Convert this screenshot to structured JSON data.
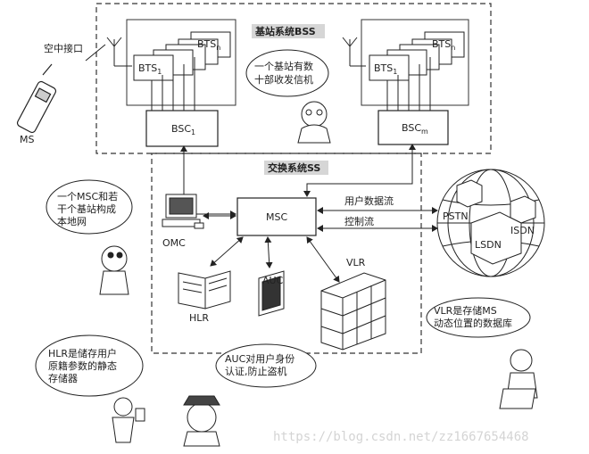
{
  "labels": {
    "air_interface": "空中接口",
    "bss_title": "基站系统BSS",
    "ss_title": "交换系统SS",
    "ms": "MS",
    "bts_n": "BTS",
    "bts_n_sub": "n",
    "bts_1": "BTS",
    "bts_1_sub": "1",
    "bsc_1": "BSC",
    "bsc_1_sub": "1",
    "bsc_m": "BSC",
    "bsc_m_sub": "m",
    "msc": "MSC",
    "omc": "OMC",
    "hlr": "HLR",
    "auc": "AUC",
    "vlr": "VLR",
    "pstn": "PSTN",
    "isdn": "ISDN",
    "lsdn": "LSDN",
    "user_data_flow": "用户数据流",
    "control_flow": "控制流"
  },
  "bubbles": {
    "bts_note": [
      "一个基站有数",
      "十部收发信机"
    ],
    "msc_note": [
      "一个MSC和若",
      "干个基站构成",
      "本地网"
    ],
    "hlr_note": [
      "HLR是储存用户",
      "原籍参数的静态",
      "存储器"
    ],
    "auc_note": [
      "AUC对用户身份",
      "认证,防止盗机"
    ],
    "vlr_note": [
      "VLR是存储MS",
      "动态位置的数据库"
    ]
  },
  "watermark": "https://blog.csdn.net/zz1667654468"
}
